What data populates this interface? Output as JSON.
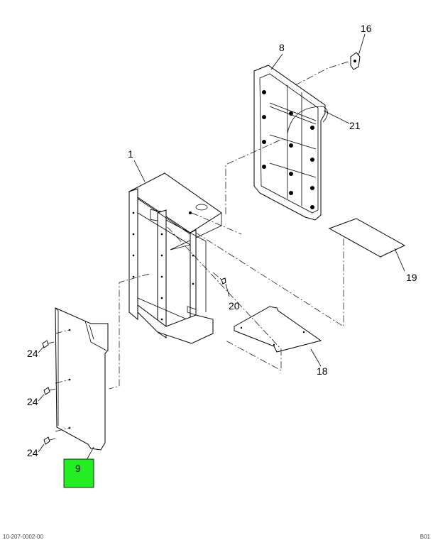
{
  "callouts": {
    "c1": "1",
    "c8": "8",
    "c9": "9",
    "c16": "16",
    "c18": "18",
    "c19": "19",
    "c20": "20",
    "c21": "21",
    "c24a": "24",
    "c24b": "24",
    "c24c": "24"
  },
  "colors": {
    "highlight": "#22ee22",
    "line": "#000000",
    "background": "#ffffff"
  },
  "footer": {
    "left": "10-207-0002-00",
    "right": "B01"
  }
}
